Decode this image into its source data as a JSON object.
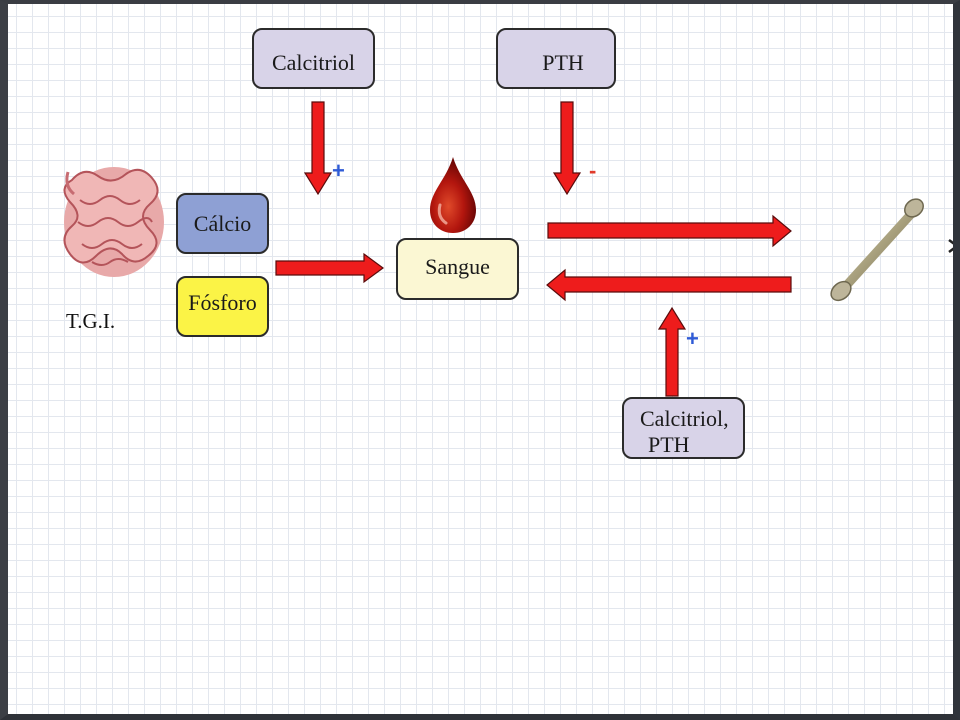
{
  "diagram": {
    "top_boxes": {
      "calcitriol": "Calcitriol",
      "pth": "PTH"
    },
    "calcio_box": "Cálcio",
    "fosforo_box": "Fósforo",
    "sangue_box": "Sangue",
    "bottom_box": {
      "line1": "Calcitriol,",
      "line2": "PTH"
    },
    "tgi_label": "T.G.I.",
    "signs": {
      "calcitriol_effect": "+",
      "pth_effect": "-",
      "bottom_effect": "+"
    }
  },
  "colors": {
    "arrow_red": "#ee1c1c",
    "sign_blue": "#2f5bd6",
    "lavender_box": "#d8d3e8",
    "blue_box": "#8ea0d4",
    "yellow_box": "#fbf346",
    "cream_box": "#fbf7d3"
  },
  "icons": {
    "intestine": "intestine-icon",
    "blood_drop": "blood-drop-icon",
    "bone": "bone-icon"
  }
}
